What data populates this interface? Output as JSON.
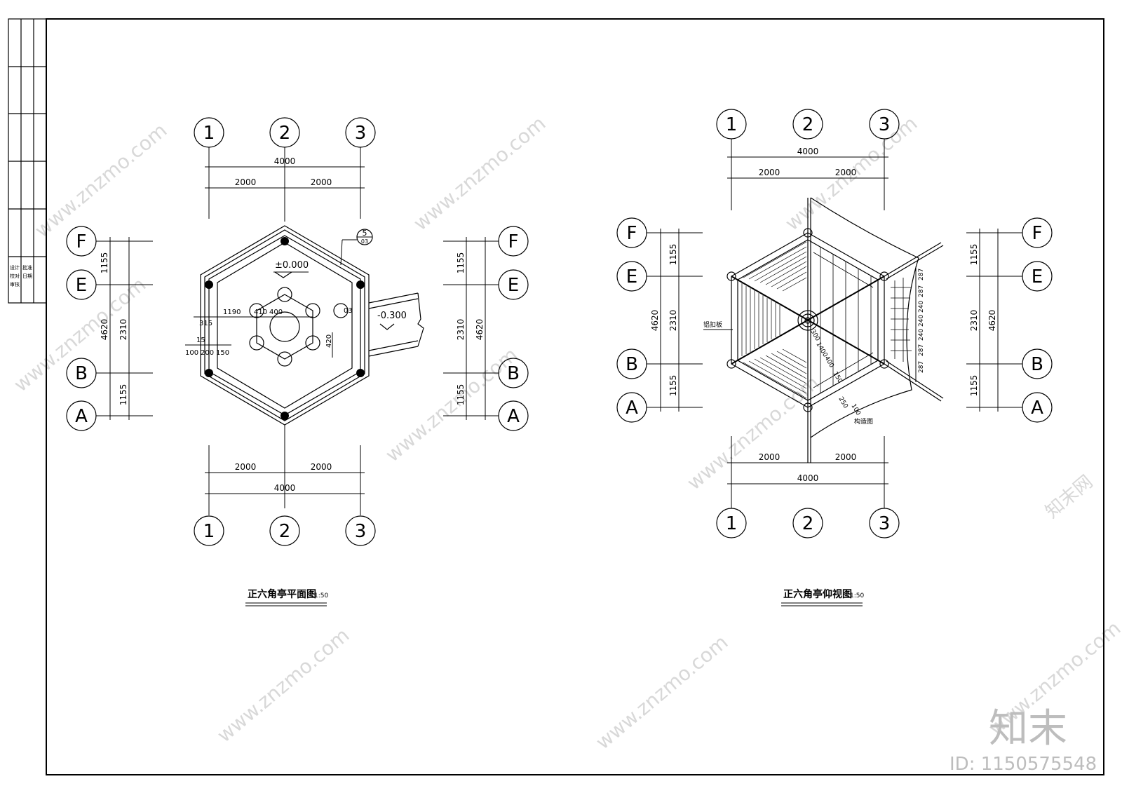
{
  "drawing": {
    "plan": {
      "title": "正六角亭平面图",
      "scale": "1:50",
      "axes_x": [
        "1",
        "2",
        "3"
      ],
      "axes_y": [
        "F",
        "E",
        "B",
        "A"
      ],
      "dim_total_x": "4000",
      "dim_half_x": [
        "2000",
        "2000"
      ],
      "dim_y_parts": [
        "1155",
        "2310",
        "1155"
      ],
      "dim_y_total": "4620",
      "level_floor": "±0.000",
      "level_step": "-0.300",
      "detail_num": "5",
      "detail_sheet": "03",
      "dims_inner": [
        "1190",
        "410",
        "400",
        "315",
        "15",
        "100",
        "200",
        "150",
        "420"
      ]
    },
    "ceiling": {
      "title": "正六角亭仰视图",
      "scale": "1:50",
      "axes_x": [
        "1",
        "2",
        "3"
      ],
      "axes_y": [
        "F",
        "E",
        "B",
        "A"
      ],
      "dim_total_x": "4000",
      "dim_half_x": [
        "2000",
        "2000"
      ],
      "dim_y_parts": [
        "1155",
        "2310",
        "1155"
      ],
      "dim_y_total": "4620",
      "label_left": "铝扣板",
      "label_bottom": "构造图",
      "rafter_dims": [
        "287",
        "287",
        "240",
        "240",
        "240",
        "287",
        "287"
      ],
      "diag_dims": [
        "300",
        "1400",
        "400",
        "150",
        "250",
        "100"
      ]
    },
    "title_block": [
      "设计",
      "校对",
      "审核",
      "批准",
      "日期"
    ],
    "watermark": {
      "site": "www.znzmo.com",
      "brand": "知末网",
      "logo": "知末",
      "id_text": "ID: 1150575548"
    }
  }
}
